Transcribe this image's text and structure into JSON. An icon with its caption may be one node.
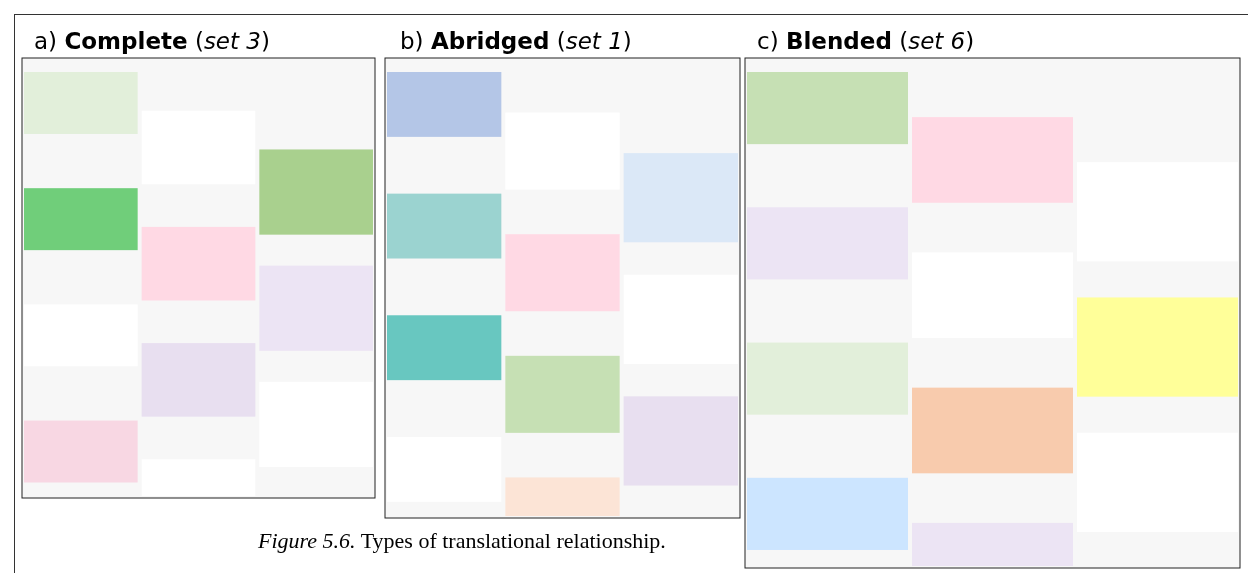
{
  "diagram": {
    "caption": "*Figure 5.6.* Types of translational relationship.",
    "labels": [
      "a) **Complete** (*set 3*)",
      "b) **Abridged** (*set 1*)",
      "c) **Blended** (*set 6*)"
    ]
  }
}
